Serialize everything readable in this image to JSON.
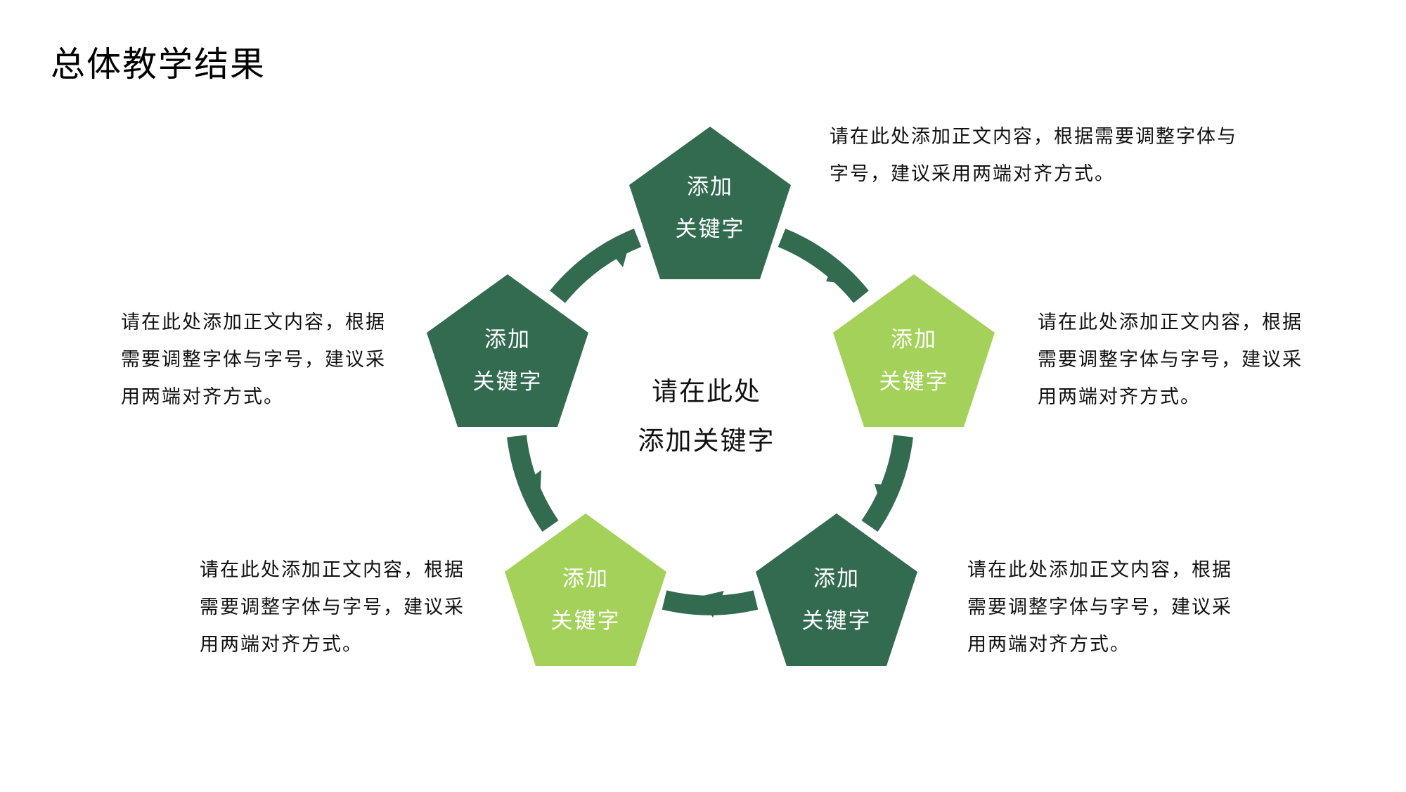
{
  "title": "总体教学结果",
  "colors": {
    "dark_green": "#336b51",
    "light_green": "#a4d15a"
  },
  "center": {
    "line1": "请在此处",
    "line2": "添加关键字"
  },
  "nodes": [
    {
      "id": "top",
      "line1": "添加",
      "line2": "关键字",
      "color": "dark_green"
    },
    {
      "id": "right",
      "line1": "添加",
      "line2": "关键字",
      "color": "light_green"
    },
    {
      "id": "bottom-right",
      "line1": "添加",
      "line2": "关键字",
      "color": "dark_green"
    },
    {
      "id": "bottom-left",
      "line1": "添加",
      "line2": "关键字",
      "color": "light_green"
    },
    {
      "id": "left",
      "line1": "添加",
      "line2": "关键字",
      "color": "dark_green"
    }
  ],
  "descriptions": {
    "top": "请在此处添加正文内容，根据需要调整字体与字号，建议采用两端对齐方式。",
    "left": "请在此处添加正文内容，根据需要调整字体与字号，建议采用两端对齐方式。",
    "right": "请在此处添加正文内容，根据需要调整字体与字号，建议采用两端对齐方式。",
    "bottom_left": "请在此处添加正文内容，根据需要调整字体与字号，建议采用两端对齐方式。",
    "bottom_right": "请在此处添加正文内容，根据需要调整字体与字号，建议采用两端对齐方式。"
  }
}
